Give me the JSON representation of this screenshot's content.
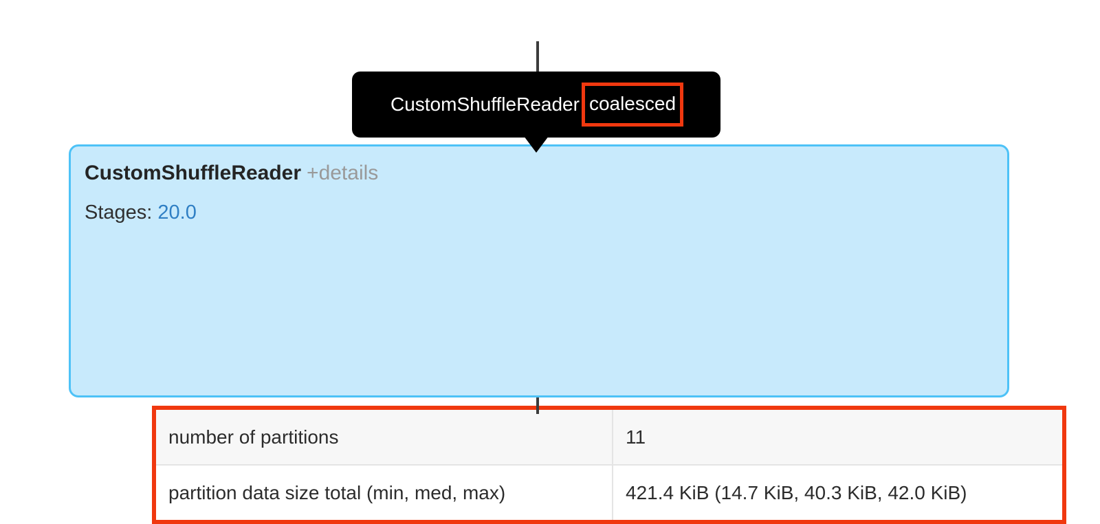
{
  "graph": {
    "edge_top": "incoming-edge",
    "edge_bottom": "outgoing-edge"
  },
  "tooltip": {
    "prefix_label": "CustomShuffleReader",
    "highlighted_label": "coalesced",
    "highlight_color": "#f0380f",
    "background_color": "#000000",
    "text_color": "#ffffff"
  },
  "plan_node": {
    "title": "CustomShuffleReader",
    "details_link": "+details",
    "stages_label": "Stages:",
    "stages_value": "20.0",
    "stages_link_color": "#2f7fc4",
    "fill_color": "#c8eafc",
    "border_color": "#4dc2f7",
    "metrics_highlight_color": "#f0380f",
    "metrics": {
      "rows": [
        {
          "key": "number of partitions",
          "value": "11"
        },
        {
          "key": "partition data size total (min, med, max)",
          "value": "421.4 KiB (14.7 KiB, 40.3 KiB, 42.0 KiB)"
        }
      ]
    }
  }
}
